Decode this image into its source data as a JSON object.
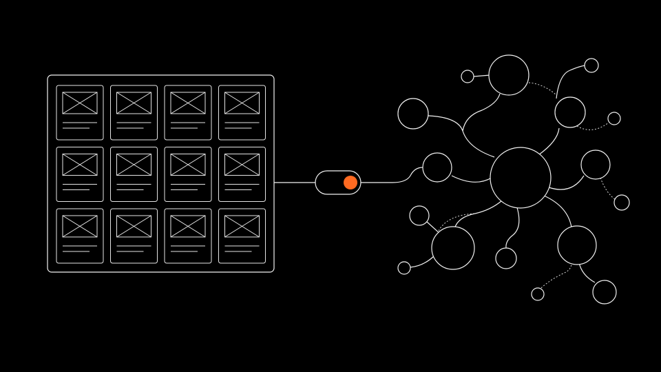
{
  "diagram": {
    "grid": {
      "rows": 3,
      "cols": 4
    },
    "toggle": {
      "state": "on",
      "knob_color": "#ff6a21"
    },
    "colors": {
      "background": "#000000",
      "stroke": "#f2f2f2",
      "accent": "#ff6a21"
    }
  }
}
